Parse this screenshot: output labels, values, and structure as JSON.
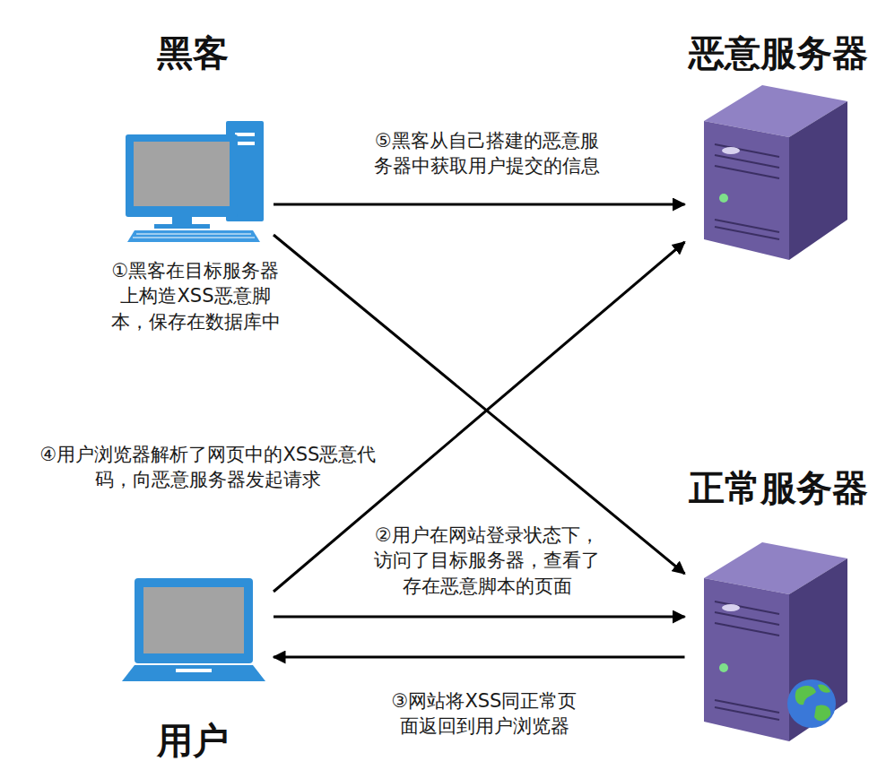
{
  "diagram": {
    "nodes": [
      {
        "text": [
          "黑客"
        ]
      },
      {
        "text": [
          "恶意服务器"
        ]
      },
      {
        "text": [
          "正常服务器"
        ]
      },
      {
        "text": [
          "用户"
        ]
      }
    ],
    "edges": [
      {
        "from": 0,
        "to": 2,
        "arrow": "to",
        "label": "①黑客在目标服务器 上构造XSS恶意脚 本，保存在数据库中"
      },
      {
        "from": 3,
        "to": 2,
        "arrow": "to",
        "label": "②用户在网站登录状态下， 访问了目标服务器，查看了 存在恶意脚本的页面"
      },
      {
        "from": 2,
        "to": 3,
        "arrow": "to",
        "label": "③网站将XSS同正常页 面返回到用户浏览器"
      },
      {
        "from": 3,
        "to": 1,
        "arrow": "to",
        "label": "④用户浏览器解析了网页中的XSS恶意代 码，向恶意服务器发起请求"
      },
      {
        "from": 0,
        "to": 1,
        "arrow": "to",
        "label": "⑤黑客从自己搭建的恶意服 务器中获取用户提交的信息"
      }
    ]
  }
}
